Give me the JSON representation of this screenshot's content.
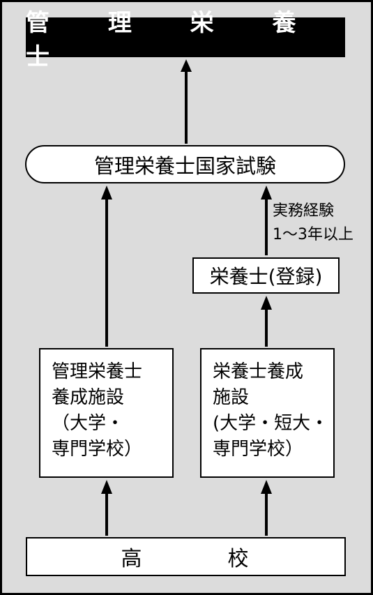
{
  "title": "管 理 栄 養 士",
  "exam": "管理栄養士国家試験",
  "experience": {
    "line1": "実務経験",
    "line2": "1〜3年以上"
  },
  "registered": "栄養士(登録)",
  "mgmt_facility": {
    "lines": [
      "管理栄養士",
      "養成施設",
      "（大学・",
      "専門学校）"
    ]
  },
  "diet_facility": {
    "lines": [
      "栄養士養成",
      "施設",
      "(大学・短大・",
      "専門学校）"
    ]
  },
  "highschool": {
    "char1": "高",
    "char2": "校"
  },
  "colors": {
    "background": "#dcdcdc",
    "title_bg": "#000000",
    "title_text": "#ffffff",
    "box_bg": "#ffffff"
  }
}
